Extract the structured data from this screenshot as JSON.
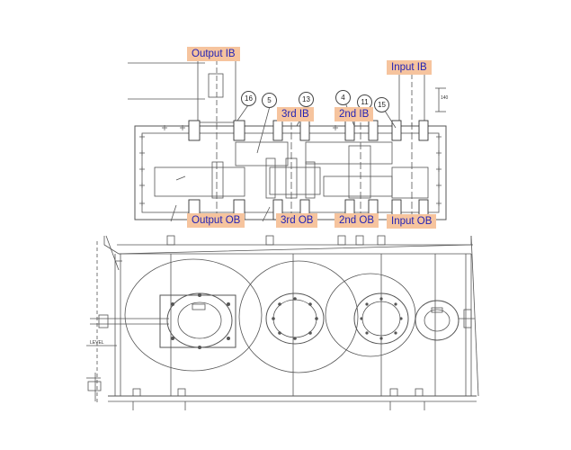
{
  "labels": {
    "output_ib": "Output IB",
    "input_ib": "Input IB",
    "third_ib": "3rd IB",
    "second_ib": "2nd IB",
    "output_ob": "Output OB",
    "third_ob": "3rd OB",
    "second_ob": "2nd OB",
    "input_ob": "Input OB"
  },
  "callouts": {
    "c16": "16",
    "c5": "5",
    "c13": "13",
    "c4": "4",
    "c11": "11",
    "c15": "15"
  },
  "annotations": {
    "level": "LEVEL",
    "dim": "140"
  },
  "colors": {
    "label_bg": "#f6c49e",
    "label_text": "#2323b5",
    "line": "#555555"
  }
}
